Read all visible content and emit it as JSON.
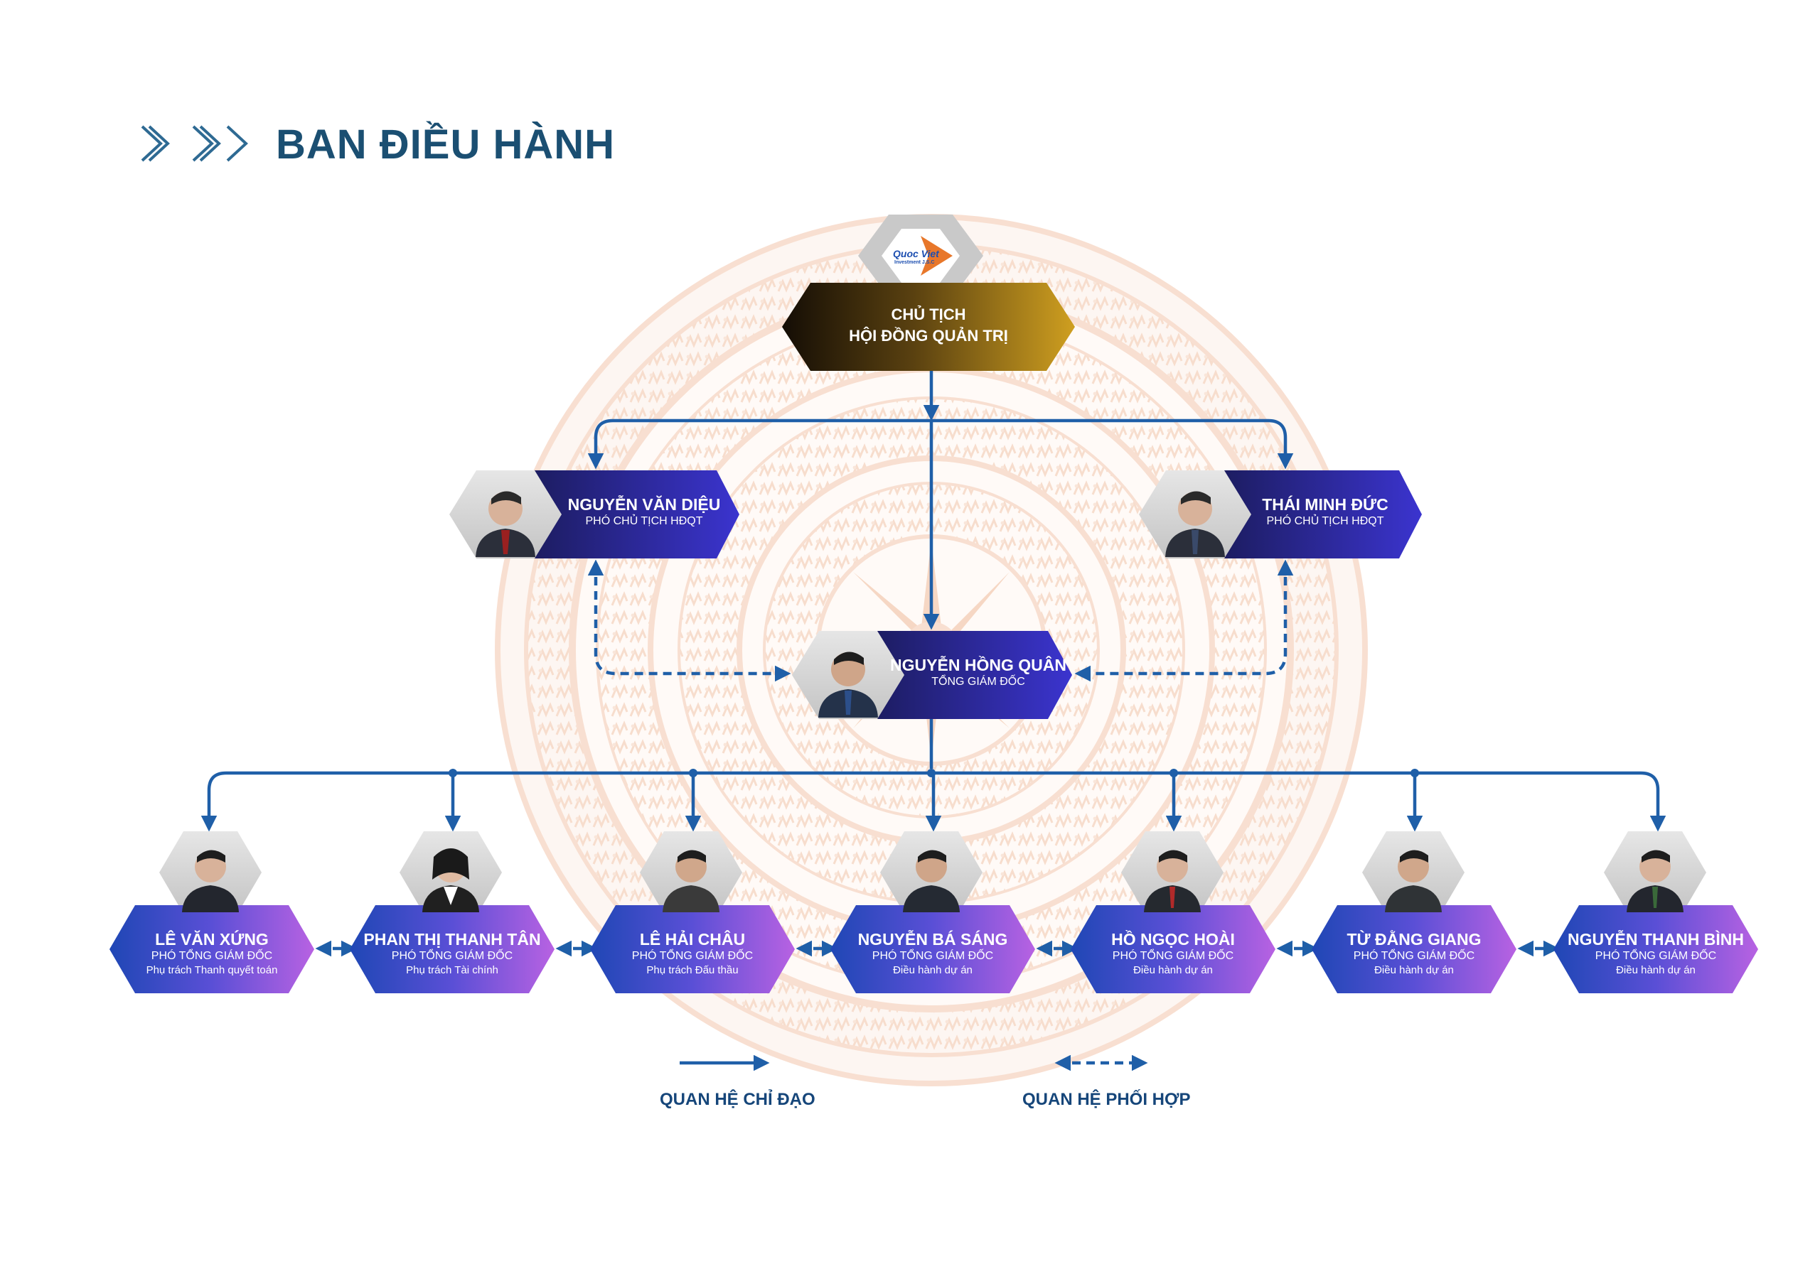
{
  "title": "BAN ĐIỀU HÀNH",
  "logo": {
    "brand": "Quoc Viet",
    "sub": "Investment J.S.C"
  },
  "chairman": {
    "line1": "CHỦ TỊCH",
    "line2": "HỘI ĐỒNG QUẢN TRỊ"
  },
  "vice_chairmen": [
    {
      "name": "NGUYỄN VĂN DIỆU",
      "role": "PHÓ CHỦ TỊCH HĐQT"
    },
    {
      "name": "THÁI MINH ĐỨC",
      "role": "PHÓ CHỦ TỊCH HĐQT"
    }
  ],
  "ceo": {
    "name": "NGUYỄN HỒNG QUÂN",
    "role": "TỔNG GIÁM ĐỐC"
  },
  "deputies": [
    {
      "name": "LÊ VĂN XỨNG",
      "role": "PHÓ TỔNG GIÁM ĐỐC",
      "duty": "Phụ trách Thanh quyết toán"
    },
    {
      "name": "PHAN THỊ THANH TÂN",
      "role": "PHÓ TỔNG GIÁM ĐỐC",
      "duty": "Phụ trách Tài chính"
    },
    {
      "name": "LÊ HẢI CHÂU",
      "role": "PHÓ TỔNG  GIÁM ĐỐC",
      "duty": "Phụ trách Đấu thầu"
    },
    {
      "name": "NGUYỄN BÁ SÁNG",
      "role": "PHÓ TỔNG  GIÁM ĐỐC",
      "duty": "Điều hành dự án"
    },
    {
      "name": "HỒ NGỌC HOÀI",
      "role": "PHÓ TỔNG  GIÁM ĐỐC",
      "duty": "Điều hành dự án"
    },
    {
      "name": "TỪ ĐẰNG GIANG",
      "role": "PHÓ TỔNG  GIÁM ĐỐC",
      "duty": "Điều hành dự án"
    },
    {
      "name": "NGUYỄN THANH BÌNH",
      "role": "PHÓ TỔNG  GIÁM ĐỐC",
      "duty": "Điều hành dự án"
    }
  ],
  "legend": {
    "direct": "QUAN HỆ CHỈ ĐẠO",
    "coordinate": "QUAN HỆ PHỐI HỢP"
  },
  "colors": {
    "title": "#1b4f72",
    "arrow": "#1f5fa8",
    "node_blue_dark": "#191a5e",
    "node_blue": "#3a32c7",
    "deputy_left": "#2248b8",
    "deputy_right": "#b35ee0",
    "chair_dark": "#1b1206",
    "chair_gold": "#c69a1f",
    "drum": "#f3c6ac"
  }
}
